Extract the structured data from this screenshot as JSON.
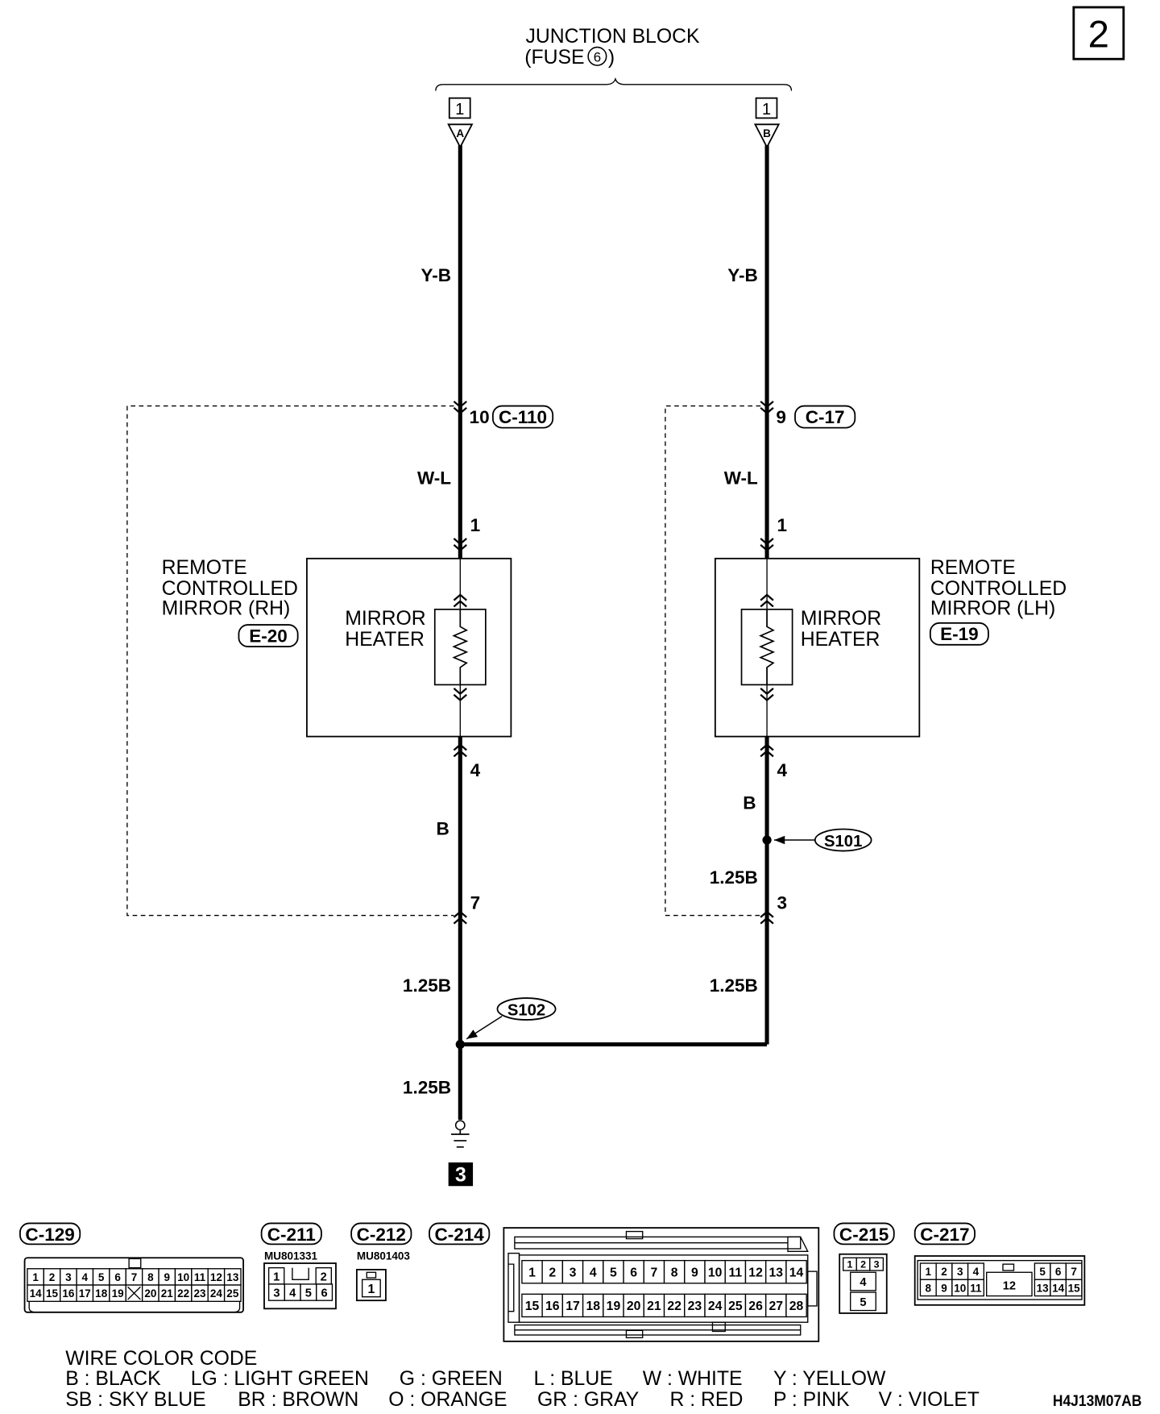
{
  "page_number": "2",
  "junction_block": {
    "title": "JUNCTION BLOCK",
    "fuse_prefix": "(FUSE",
    "fuse_number": "6",
    "fuse_suffix": ")"
  },
  "circuits": {
    "rh": {
      "terminal_pin": "1",
      "terminal_letter": "A",
      "wire_supply": "Y-B",
      "inline_pin": "10",
      "inline_connector": "C-110",
      "wire_mirror_feed": "W-L",
      "mirror_pin_in": "1",
      "component_lines": [
        "REMOTE",
        "CONTROLLED",
        "MIRROR (RH)"
      ],
      "component_connector": "E-20",
      "heater_lines": [
        "MIRROR",
        "HEATER"
      ],
      "mirror_pin_out": "4",
      "wire_mirror_ground": "B",
      "inline_ground_pin": "7",
      "wire_ground_branch": "1.25B"
    },
    "lh": {
      "terminal_pin": "1",
      "terminal_letter": "B",
      "wire_supply": "Y-B",
      "inline_pin": "9",
      "inline_connector": "C-17",
      "wire_mirror_feed": "W-L",
      "mirror_pin_in": "1",
      "component_lines": [
        "REMOTE",
        "CONTROLLED",
        "MIRROR (LH)"
      ],
      "component_connector": "E-19",
      "heater_lines": [
        "MIRROR",
        "HEATER"
      ],
      "mirror_pin_out": "4",
      "wire_mirror_ground": "B",
      "wire_splice_to_connector": "1.25B",
      "inline_ground_pin": "3",
      "wire_ground_branch": "1.25B"
    }
  },
  "splices": {
    "s101": "S101",
    "s102": "S102"
  },
  "ground": {
    "wire": "1.25B",
    "reference": "3"
  },
  "connector_views": {
    "c129": {
      "label": "C-129",
      "top_pins": [
        "1",
        "2",
        "3",
        "4",
        "5",
        "6",
        "7",
        "8",
        "9",
        "10",
        "11",
        "12",
        "13"
      ],
      "bottom_pins": [
        "14",
        "15",
        "16",
        "17",
        "18",
        "19",
        "",
        "20",
        "21",
        "22",
        "23",
        "24",
        "25"
      ]
    },
    "c211": {
      "label": "C-211",
      "part_number": "MU801331",
      "top_pins": [
        "1",
        "2"
      ],
      "bottom_pins": [
        "3",
        "4",
        "5",
        "6"
      ]
    },
    "c212": {
      "label": "C-212",
      "part_number": "MU801403",
      "pins": [
        "1"
      ]
    },
    "c214": {
      "label": "C-214",
      "top_pins": [
        "1",
        "2",
        "3",
        "4",
        "5",
        "6",
        "7",
        "8",
        "9",
        "10",
        "11",
        "12",
        "13",
        "14"
      ],
      "bottom_pins": [
        "15",
        "16",
        "17",
        "18",
        "19",
        "20",
        "21",
        "22",
        "23",
        "24",
        "25",
        "26",
        "27",
        "28"
      ]
    },
    "c215": {
      "label": "C-215",
      "top_pins": [
        "1",
        "2",
        "3"
      ],
      "middle_pin": "4",
      "bottom_pin": "5"
    },
    "c217": {
      "label": "C-217",
      "top_left": [
        "1",
        "2",
        "3",
        "4"
      ],
      "top_right": [
        "5",
        "6",
        "7"
      ],
      "center_pin": "12",
      "bottom_left": [
        "8",
        "9",
        "10",
        "11"
      ],
      "bottom_right": [
        "13",
        "14",
        "15"
      ]
    }
  },
  "wire_color_code": {
    "title": "WIRE COLOR CODE",
    "rows": [
      [
        "B : BLACK",
        "LG : LIGHT GREEN",
        "G : GREEN",
        "L : BLUE",
        "W : WHITE",
        "Y : YELLOW"
      ],
      [
        "SB : SKY BLUE",
        "BR : BROWN",
        "O : ORANGE",
        "GR : GRAY",
        "R : RED",
        "P : PINK",
        "V : VIOLET"
      ]
    ]
  },
  "diagram_code": "H4J13M07AB"
}
